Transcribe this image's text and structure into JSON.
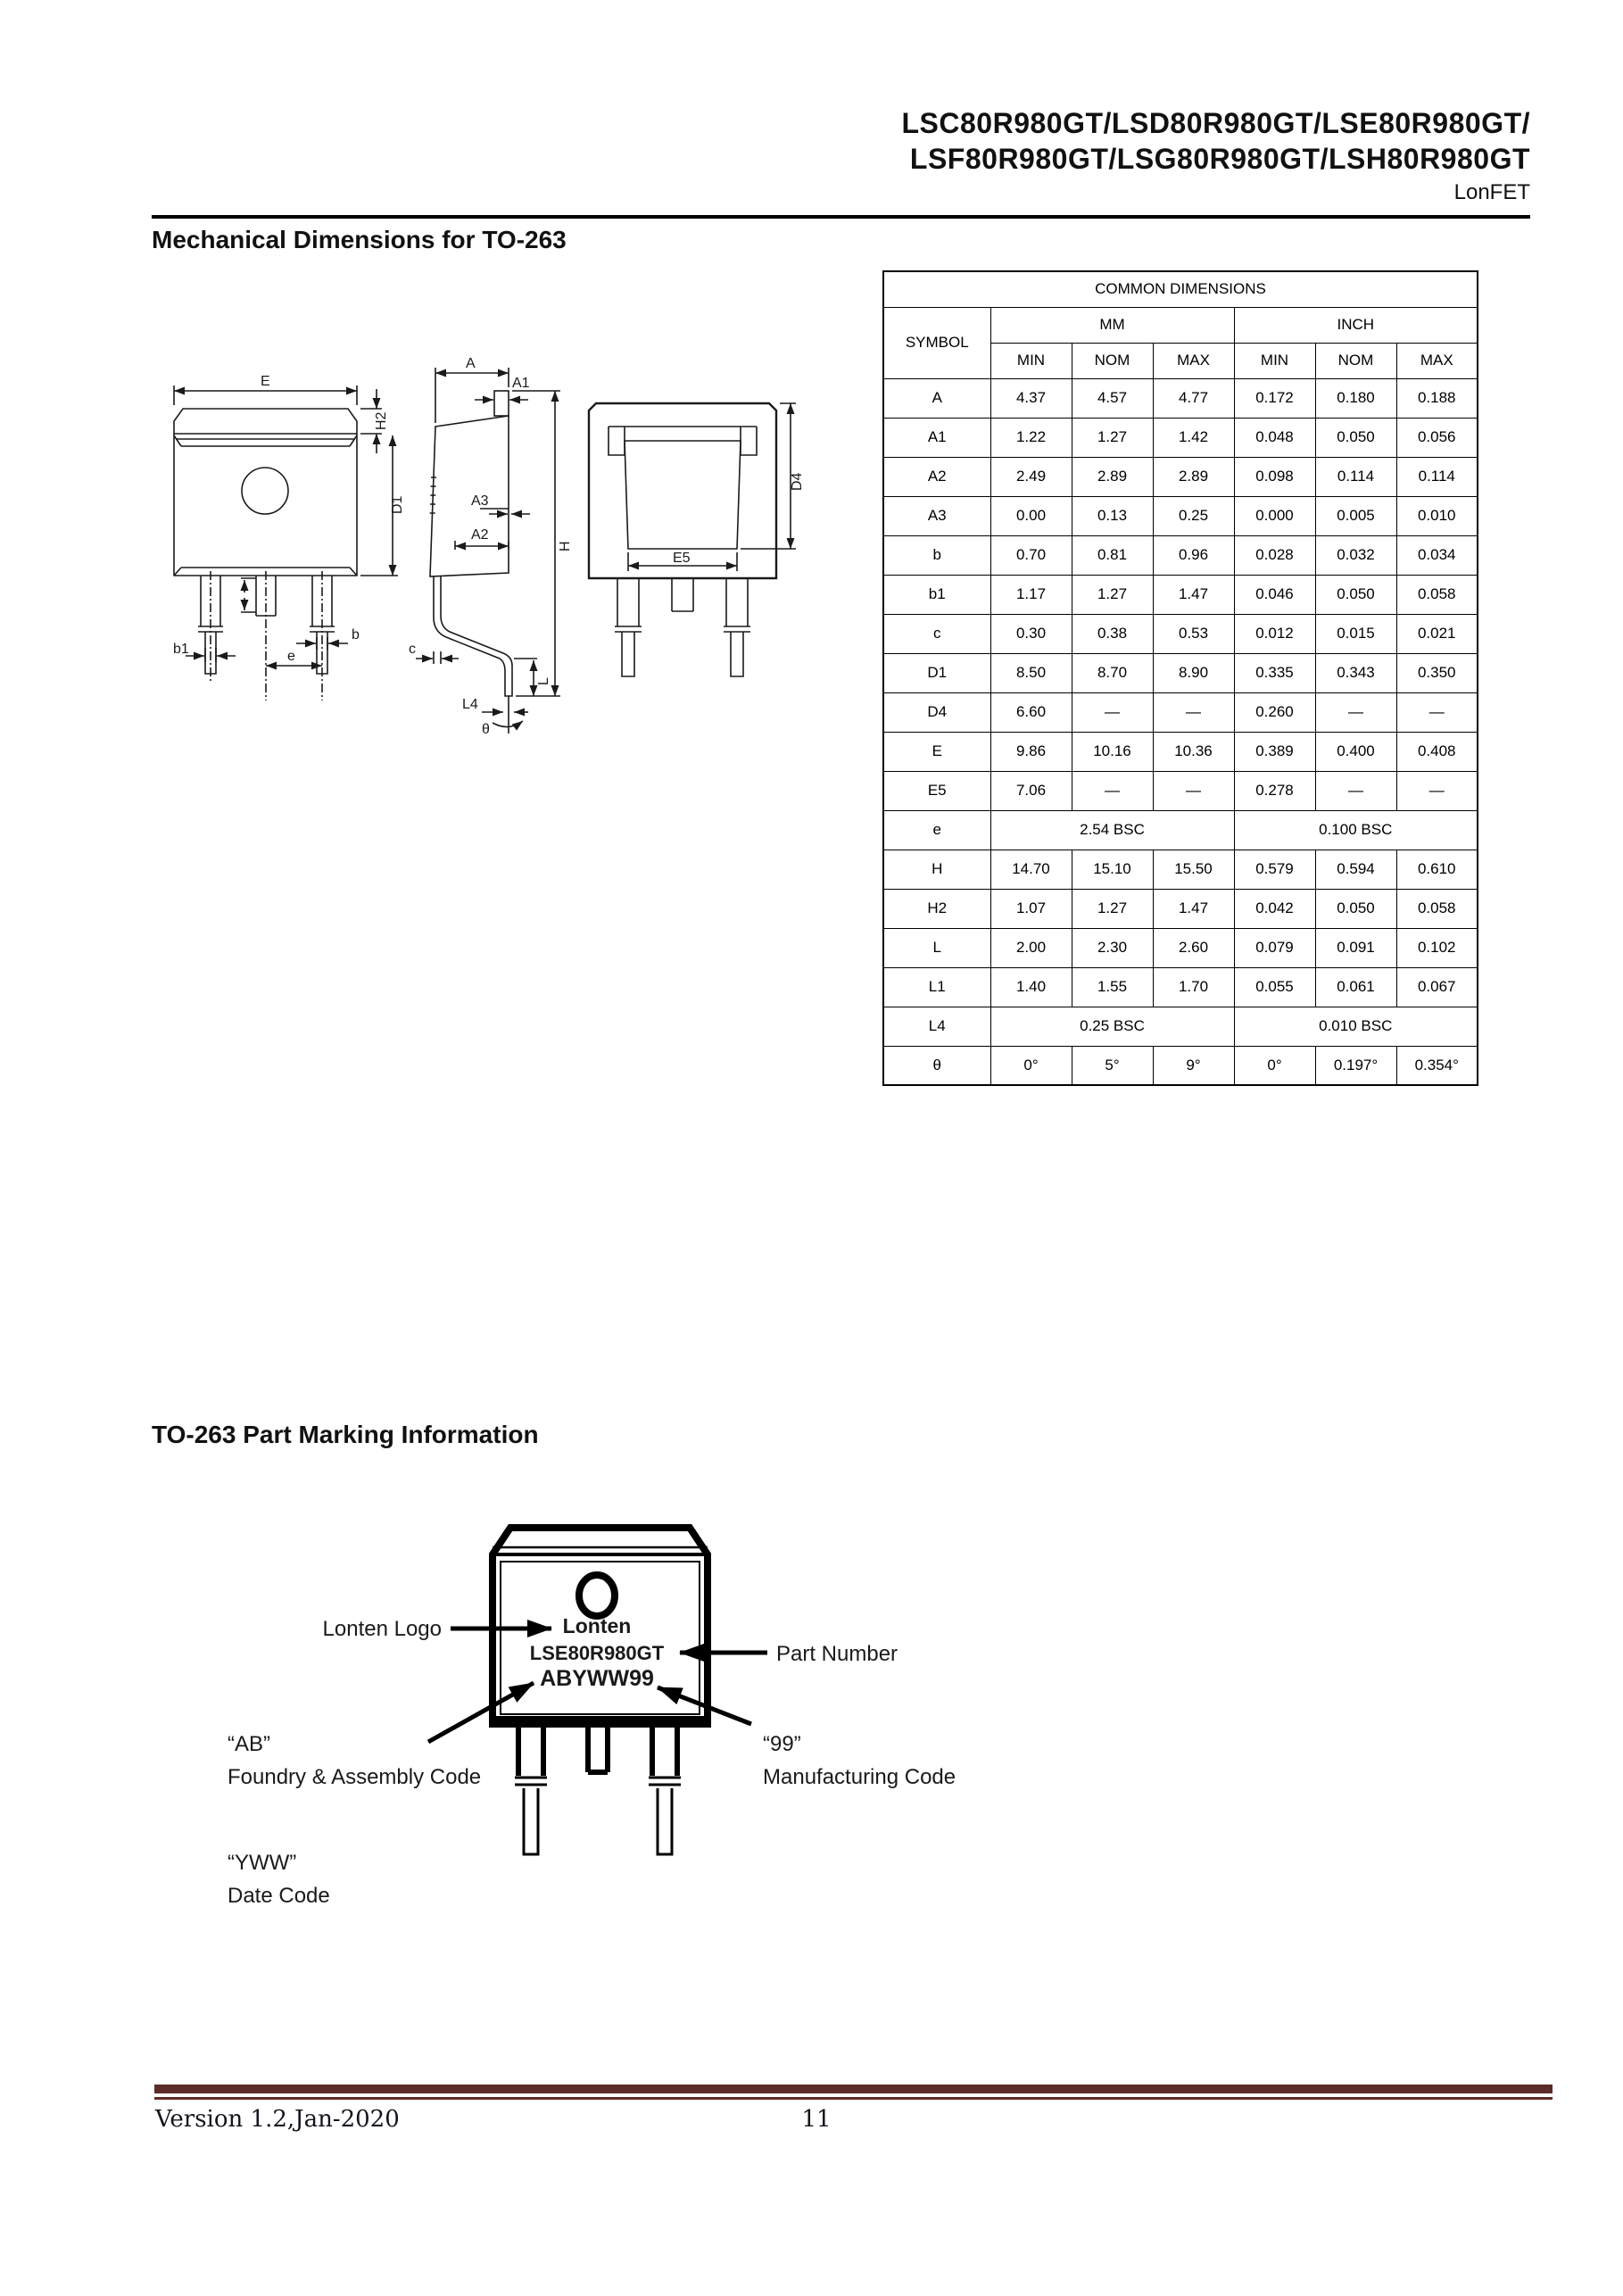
{
  "header": {
    "title_line1": "LSC80R980GT/LSD80R980GT/LSE80R980GT/",
    "title_line2": "LSF80R980GT/LSG80R980GT/LSH80R980GT",
    "brand": "LonFET"
  },
  "sections": {
    "mechanical_title": "Mechanical Dimensions for TO-263",
    "marking_title": "TO-263 Part Marking Information"
  },
  "table": {
    "title": "COMMON DIMENSIONS",
    "symbol_header": "SYMBOL",
    "unit_headers": [
      "MM",
      "INCH"
    ],
    "min_nom_max": [
      "MIN",
      "NOM",
      "MAX"
    ],
    "rows": [
      {
        "symbol": "A",
        "mm": [
          "4.37",
          "4.57",
          "4.77"
        ],
        "inch": [
          "0.172",
          "0.180",
          "0.188"
        ]
      },
      {
        "symbol": "A1",
        "mm": [
          "1.22",
          "1.27",
          "1.42"
        ],
        "inch": [
          "0.048",
          "0.050",
          "0.056"
        ]
      },
      {
        "symbol": "A2",
        "mm": [
          "2.49",
          "2.89",
          "2.89"
        ],
        "inch": [
          "0.098",
          "0.114",
          "0.114"
        ]
      },
      {
        "symbol": "A3",
        "mm": [
          "0.00",
          "0.13",
          "0.25"
        ],
        "inch": [
          "0.000",
          "0.005",
          "0.010"
        ]
      },
      {
        "symbol": "b",
        "mm": [
          "0.70",
          "0.81",
          "0.96"
        ],
        "inch": [
          "0.028",
          "0.032",
          "0.034"
        ]
      },
      {
        "symbol": "b1",
        "mm": [
          "1.17",
          "1.27",
          "1.47"
        ],
        "inch": [
          "0.046",
          "0.050",
          "0.058"
        ]
      },
      {
        "symbol": "c",
        "mm": [
          "0.30",
          "0.38",
          "0.53"
        ],
        "inch": [
          "0.012",
          "0.015",
          "0.021"
        ]
      },
      {
        "symbol": "D1",
        "mm": [
          "8.50",
          "8.70",
          "8.90"
        ],
        "inch": [
          "0.335",
          "0.343",
          "0.350"
        ]
      },
      {
        "symbol": "D4",
        "mm": [
          "6.60",
          "—",
          "—"
        ],
        "inch": [
          "0.260",
          "—",
          "—"
        ]
      },
      {
        "symbol": "E",
        "mm": [
          "9.86",
          "10.16",
          "10.36"
        ],
        "inch": [
          "0.389",
          "0.400",
          "0.408"
        ]
      },
      {
        "symbol": "E5",
        "mm": [
          "7.06",
          "—",
          "—"
        ],
        "inch": [
          "0.278",
          "—",
          "—"
        ]
      },
      {
        "symbol": "e",
        "mm_span": "2.54 BSC",
        "inch_span": "0.100 BSC"
      },
      {
        "symbol": "H",
        "mm": [
          "14.70",
          "15.10",
          "15.50"
        ],
        "inch": [
          "0.579",
          "0.594",
          "0.610"
        ]
      },
      {
        "symbol": "H2",
        "mm": [
          "1.07",
          "1.27",
          "1.47"
        ],
        "inch": [
          "0.042",
          "0.050",
          "0.058"
        ]
      },
      {
        "symbol": "L",
        "mm": [
          "2.00",
          "2.30",
          "2.60"
        ],
        "inch": [
          "0.079",
          "0.091",
          "0.102"
        ]
      },
      {
        "symbol": "L1",
        "mm": [
          "1.40",
          "1.55",
          "1.70"
        ],
        "inch": [
          "0.055",
          "0.061",
          "0.067"
        ]
      },
      {
        "symbol": "L4",
        "mm_span": "0.25 BSC",
        "inch_span": "0.010 BSC"
      },
      {
        "symbol": "θ",
        "mm": [
          "0°",
          "5°",
          "9°"
        ],
        "inch": [
          "0°",
          "0.197°",
          "0.354°"
        ]
      }
    ]
  },
  "drawings": {
    "front_labels": {
      "E": "E",
      "H2": "H2",
      "D1": "D1",
      "b1": "b1",
      "b": "b",
      "e": "e"
    },
    "side_labels": {
      "A": "A",
      "A1": "A1",
      "H": "H",
      "A3": "A3",
      "A2": "A2",
      "c": "c",
      "L": "L",
      "L4": "L4",
      "theta": "θ"
    },
    "back_labels": {
      "E5": "E5",
      "D4": "D4"
    }
  },
  "marking": {
    "package_text": {
      "logo": "Lonten",
      "part_number": "LSE80R980GT",
      "code_line": "ABYWW99"
    },
    "callouts": {
      "logo_label": "Lonten Logo",
      "part_number_label": "Part Number",
      "ab_code": "“AB”",
      "ab_desc": "Foundry & Assembly Code",
      "mfg_code": "“99”",
      "mfg_desc": "Manufacturing Code",
      "date_code": "“YWW”",
      "date_desc": "Date Code"
    }
  },
  "footer": {
    "version": "Version 1.2,Jan-2020",
    "page": "11",
    "rule_color": "#5e2b2b"
  }
}
